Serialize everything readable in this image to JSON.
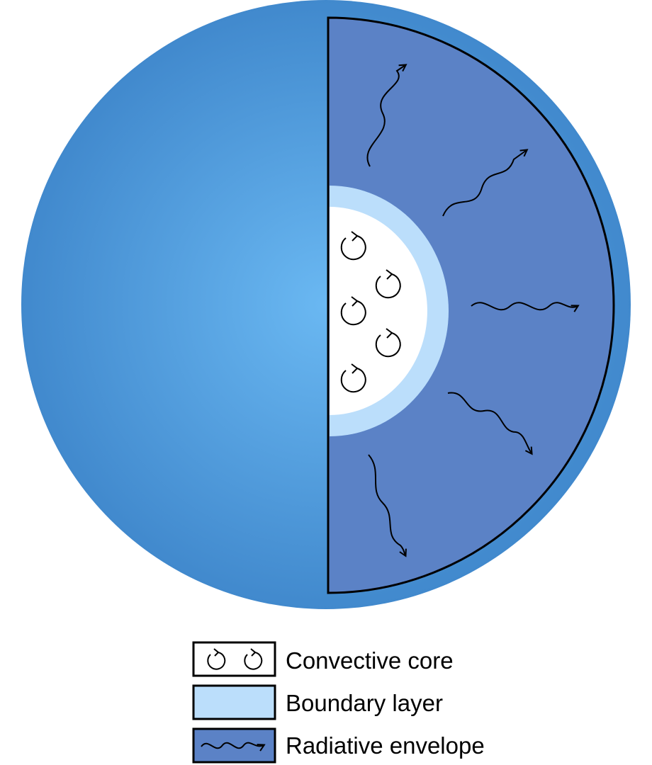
{
  "legend": {
    "items": [
      {
        "key": "convective",
        "label": "Convective core",
        "swatch_color": "#ffffff",
        "symbol": "circular-arrows-icon"
      },
      {
        "key": "boundary",
        "label": "Boundary layer",
        "swatch_color": "#bbdefb",
        "symbol": "none"
      },
      {
        "key": "radiative",
        "label": "Radiative envelope",
        "swatch_color": "#5b82c6",
        "symbol": "wavy-arrow-icon"
      }
    ]
  },
  "colors": {
    "outer_sphere_edge": "#4189cd",
    "outer_sphere_center": "#6ab8f2",
    "radiative_envelope": "#5b82c6",
    "boundary_layer": "#bbdefb",
    "convective_core": "#ffffff",
    "outline": "#000000"
  }
}
